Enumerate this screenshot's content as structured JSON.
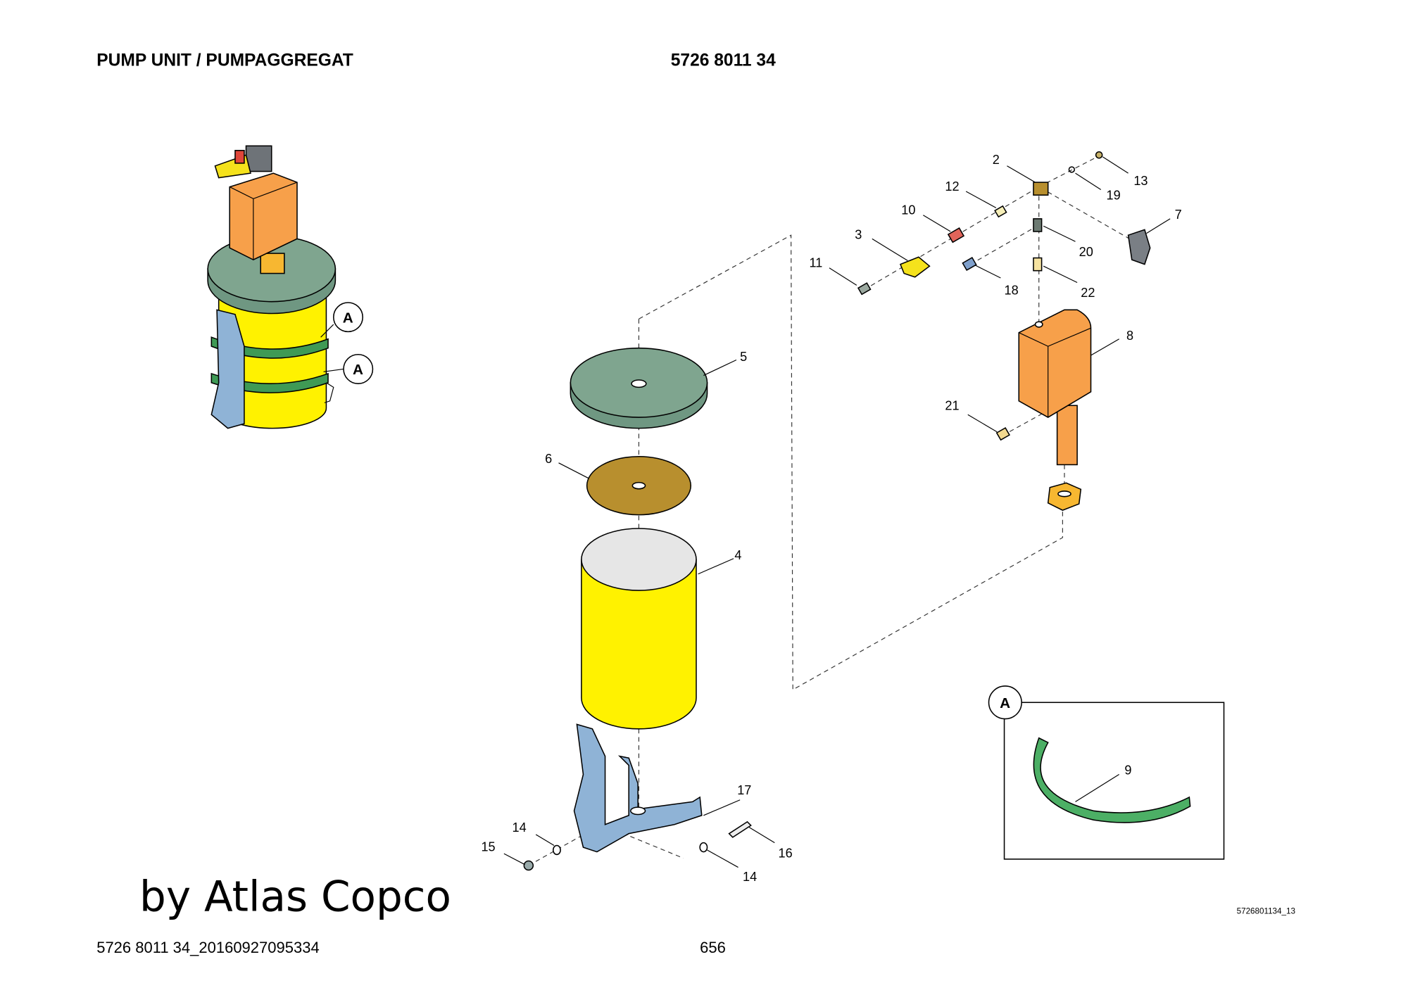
{
  "header": {
    "title": "PUMP UNIT / PUMPAGGREGAT",
    "part_number": "5726 8011 34"
  },
  "footer": {
    "document_id": "5726 8011 34_20160927095334",
    "page_number": "656",
    "watermark": "by Atlas Copco",
    "drawing_id": "5726801134_13"
  },
  "detail": {
    "label": "A"
  },
  "callouts": {
    "p2": "2",
    "p3": "3",
    "p4": "4",
    "p5": "5",
    "p6": "6",
    "p7": "7",
    "p8": "8",
    "p9": "9",
    "p10": "10",
    "p11": "11",
    "p12": "12",
    "p13": "13",
    "p14a": "14",
    "p14b": "14",
    "p15": "15",
    "p16": "16",
    "p17": "17",
    "p18": "18",
    "p19": "19",
    "p20": "20",
    "p21": "21",
    "p22": "22",
    "a1": "A",
    "a2": "A"
  },
  "colors": {
    "yellow": "#fff200",
    "green": "#7fa58f",
    "orange": "#f7a04a",
    "bronze": "#b88f2e",
    "blue": "#8fb3d6",
    "grey": "#7a7f85"
  }
}
